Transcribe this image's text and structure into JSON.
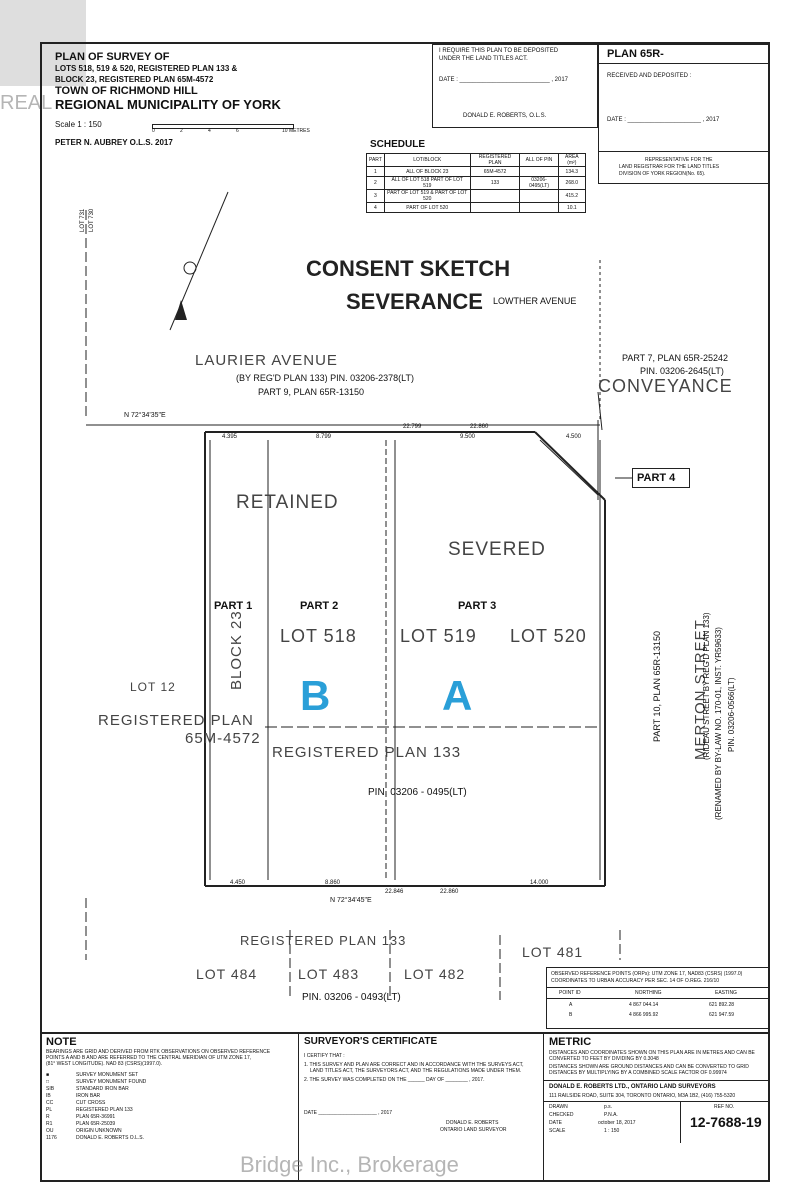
{
  "watermark": {
    "corner_text": "REAL",
    "bottom_text": "Bridge Inc., Brokerage"
  },
  "title_block": {
    "line1": "PLAN OF SURVEY OF",
    "line2": "LOTS 518, 519 & 520, REGISTERED PLAN 133 &",
    "line3": "BLOCK 23, REGISTERED PLAN 65M-4572",
    "line4": "TOWN OF RICHMOND HILL",
    "line5": "REGIONAL MUNICIPALITY OF YORK",
    "scale": "Scale   1 : 150",
    "scale_ticks": [
      "0",
      "2",
      "4",
      "6",
      "10 METRES"
    ],
    "surveyor": "PETER N. AUBREY  O.L.S.   2017"
  },
  "deposit_block": {
    "line1": "I REQUIRE THIS PLAN TO BE DEPOSITED",
    "line2": "UNDER THE LAND TITLES ACT.",
    "date": "DATE : ___________________________ , 2017",
    "sign": "DONALD E. ROBERTS, O.L.S."
  },
  "plan_block": {
    "title": "PLAN 65R-",
    "received": "RECEIVED AND DEPOSITED :",
    "date": "DATE : ______________________ , 2017",
    "rep1": "REPRESENTATIVE FOR THE",
    "rep2": "LAND REGISTRAR FOR THE LAND TITLES",
    "rep3": "DIVISION OF YORK REGION(No. 65)."
  },
  "schedule": {
    "title": "SCHEDULE",
    "headers": [
      "PART",
      "LOT/BLOCK",
      "REGISTERED PLAN",
      "ALL OF PIN",
      "AREA (m²)"
    ],
    "rows": [
      [
        "1",
        "ALL OF BLOCK 23",
        "65M-4572",
        "",
        "134.3"
      ],
      [
        "2",
        "ALL OF LOT 518 PART OF LOT 519",
        "133",
        "03206-0495(LT)",
        "268.0"
      ],
      [
        "3",
        "PART OF LOT 519 & PART OF LOT 520",
        "",
        "",
        "415.2"
      ],
      [
        "4",
        "PART OF LOT 520",
        "",
        "",
        "10.1"
      ]
    ]
  },
  "map": {
    "consent": "CONSENT SKETCH",
    "severance": "SEVERANCE",
    "lowther": "LOWTHER  AVENUE",
    "laurier": "LAURIER          AVENUE",
    "laurier_sub1": "(BY REG'D PLAN 133)  PIN. 03206-2378(LT)",
    "laurier_sub2": "PART 9, PLAN 65R-13150",
    "part7_1": "PART 7, PLAN 65R-25242",
    "part7_2": "PIN. 03206-2645(LT)",
    "conveyance": "CONVEYANCE",
    "retained": "RETAINED",
    "severed": "SEVERED",
    "part1": "PART  1",
    "part2": "PART  2",
    "part3": "PART  3",
    "part4": "PART 4",
    "lot518": "LOT 518",
    "lot519": "LOT 519",
    "lot520": "LOT 520",
    "block23": "BLOCK 23",
    "lot12": "LOT 12",
    "registered_plan": "REGISTERED    PLAN",
    "plan_65m": "65M-4572",
    "registered_plan_133": "REGISTERED     PLAN          133",
    "pin_0495": "PIN.    03206 - 0495(LT)",
    "label_A": "A",
    "label_B": "B",
    "merton": "MERTON   STREET",
    "merton_sub1": "(RIDEAU STREET BY REG'D PLAN 133)",
    "merton_sub2": "(RENAMED BY BY-LAW NO. 170-01, INST. YR59633)",
    "merton_sub3": "PIN. 03206-0566(LT)",
    "part10": "PART 10, PLAN 65R-13150",
    "bearing_top": "N 72°34'35\"E",
    "bearing_bottom": "N 72°34'45\"E",
    "dim_top": [
      "4.395",
      "8.799",
      "22.799",
      "22.860",
      "9.500",
      "4.500"
    ],
    "dim_bottom": [
      "4.450",
      "8.860",
      "22.846",
      "22.860",
      "14.000"
    ],
    "lot731": "LOT 731",
    "lot730": "LOT 730",
    "reg_plan_bottom": "REGISTERED          PLAN          133",
    "lot484": "LOT 484",
    "lot483": "LOT 483",
    "lot482": "LOT 482",
    "lot481": "LOT 481",
    "pin_0493": "PIN.    03206 - 0493(LT)"
  },
  "coords": {
    "title1": "OBSERVED REFERENCE POINTS (ORPs): UTM ZONE 17, NAD83 (CSRS) (1997.0)",
    "title2": "COORDINATES TO URBAN ACCURACY PER SEC. 14 OF O.REG. 216/10",
    "headers": [
      "POINT ID",
      "NORTHING",
      "EASTING"
    ],
    "rows": [
      [
        "A",
        "4 867 044.14",
        "621 892.28"
      ],
      [
        "B",
        "4 866 995.92",
        "621 947.59"
      ]
    ]
  },
  "note": {
    "title": "NOTE",
    "text1": "BEARINGS ARE GRID AND DERIVED FROM RTK OBSERVATIONS ON OBSERVED REFERENCE",
    "text2": "POINTS A AND B AND ARE REFERRED TO THE CENTRAL MERIDIAN OF UTM ZONE 17,",
    "text3": "(81° WEST LONGITUDE). NAD 83 (CSRS)(1997.0).",
    "legend": [
      "SURVEY MONUMENT SET",
      "SURVEY MONUMENT FOUND",
      "STANDARD IRON BAR",
      "IRON BAR",
      "CUT CROSS",
      "REGISTERED PLAN 133",
      "PLAN 65R-36991",
      "PLAN 65R-25039",
      "ORIGIN UNKNOWN",
      "DONALD E. ROBERTS O.L.S."
    ],
    "legend_codes": [
      "■",
      "□",
      "SIB",
      "IB",
      "CC",
      "PL",
      "R",
      "R1",
      "OU",
      "1176"
    ]
  },
  "certificate": {
    "title": "SURVEYOR'S CERTIFICATE",
    "certify": "I CERTIFY THAT :",
    "c1": "1. THIS SURVEY AND PLAN ARE CORRECT AND IN ACCORDANCE WITH THE SURVEYS ACT,",
    "c1b": "LAND TITLES ACT, THE SURVEYORS ACT, AND THE REGULATIONS MADE UNDER THEM.",
    "c2": "2. THE SURVEY WAS COMPLETED ON THE ______ DAY OF ________ , 2017.",
    "date": "DATE _____________________ , 2017",
    "name": "DONALD E. ROBERTS",
    "role": "ONTARIO LAND SURVEYOR"
  },
  "metric": {
    "title": "METRIC",
    "t1": "DISTANCES AND COORDINATES SHOWN ON THIS PLAN ARE IN METRES AND CAN BE",
    "t2": "CONVERTED TO FEET BY DIVIDING BY 0.3048",
    "t3": "DISTANCES SHOWN ARE GROUND DISTANCES AND CAN BE CONVERTED TO GRID",
    "t4": "DISTANCES BY MULTIPLYING BY A COMBINED SCALE FACTOR OF 0.99974",
    "firm": "DONALD E. ROBERTS LTD., ONTARIO LAND SURVEYORS",
    "address": "111 RAILSIDE ROAD, SUITE 304, TORONTO ONTARIO, M3A 1B2, (416) 755-5320",
    "drawn": "DRAWN",
    "checked": "CHECKED",
    "date_lbl": "DATE",
    "scale_lbl": "SCALE",
    "drawn_v": "p.s.",
    "checked_v": "P.N.A.",
    "date_v": "october 18, 2017",
    "scale_v": "1 : 150",
    "ref_lbl": "REF NO.",
    "ref": "12-7688-19"
  }
}
